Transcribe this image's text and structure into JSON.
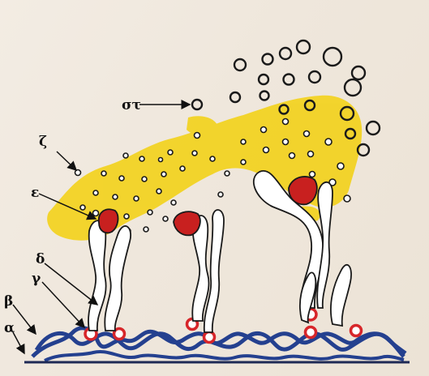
{
  "labels": {
    "alpha": "α",
    "beta": "β",
    "gamma": "γ",
    "delta": "δ",
    "epsilon": "ε",
    "zeta": "ζ",
    "sigma_tau": "στ"
  },
  "colors": {
    "base_line": "#1f2a55",
    "blue_coil": "#24408f",
    "red_ring": "#d7262a",
    "red_cap": "#c8201f",
    "yellow": "#f3d21a",
    "outline": "#1a1a1a"
  }
}
